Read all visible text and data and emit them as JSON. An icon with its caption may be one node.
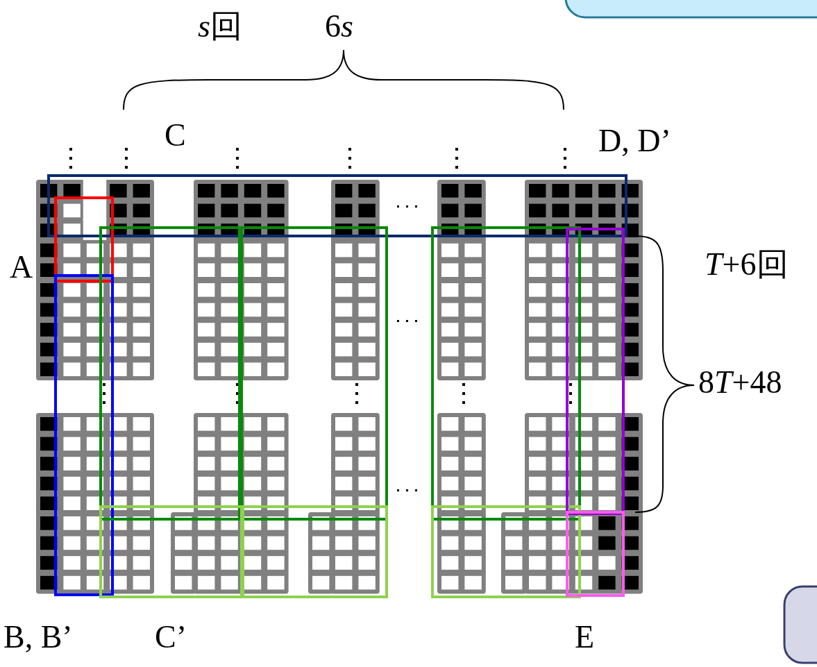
{
  "diagram": {
    "labels": [
      "s回",
      "6s",
      "C",
      "D, D’",
      "A",
      "T+6回",
      "8T+48",
      "B, B’",
      "C’",
      "E"
    ]
  }
}
